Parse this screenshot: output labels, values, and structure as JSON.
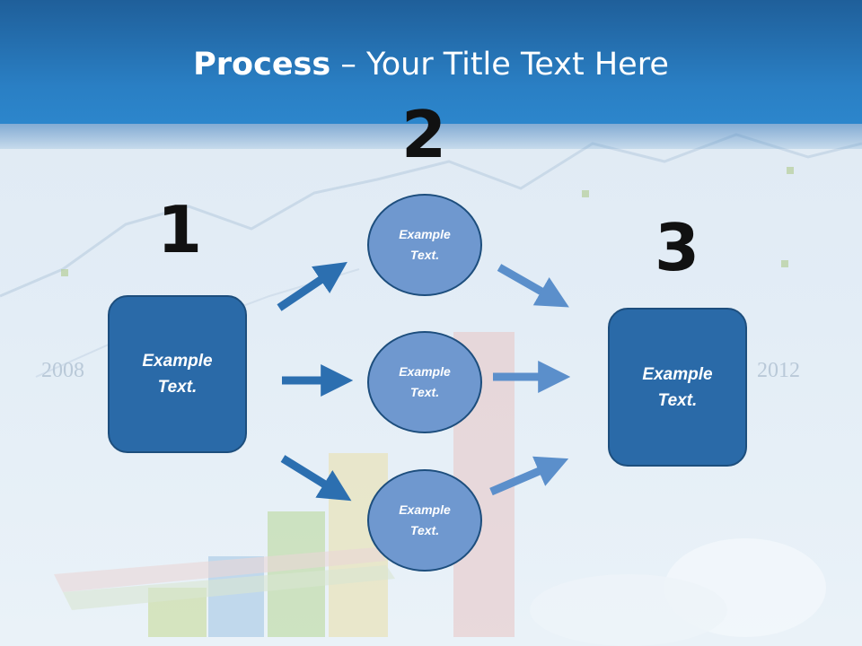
{
  "slide": {
    "title_bold": "Process",
    "title_rest": " – Your Title Text Here",
    "step_numbers": [
      "1",
      "2",
      "3"
    ],
    "left_box_text": [
      "Example",
      "Text."
    ],
    "circle_texts": [
      [
        "Example",
        "Text."
      ],
      [
        "Example",
        "Text."
      ],
      [
        "Example",
        "Text."
      ]
    ],
    "right_box_text": [
      "Example",
      "Text."
    ],
    "background_years": [
      "2008",
      "2012"
    ]
  },
  "colors": {
    "header": "#2a7fc4",
    "box": "#2a6aa8",
    "circle": "#6f98cf",
    "arrow_dark": "#2c6fb0",
    "arrow_light": "#5b8fcb"
  }
}
